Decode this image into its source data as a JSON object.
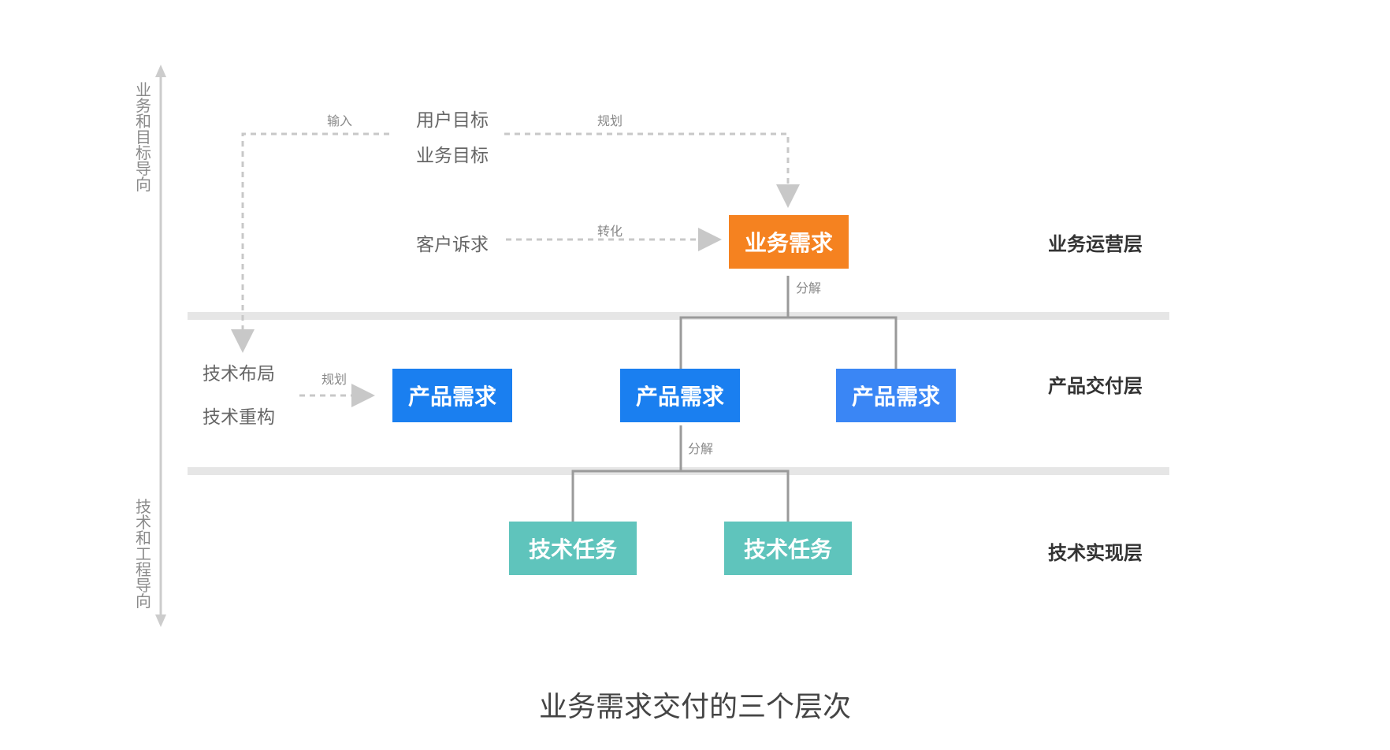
{
  "axis": {
    "top_label": "业务和目标导向",
    "bottom_label": "技术和工程导向"
  },
  "sources": {
    "user_goal": "用户目标",
    "business_goal": "业务目标",
    "customer_appeal": "客户诉求",
    "tech_layout": "技术布局",
    "tech_refactor": "技术重构"
  },
  "edge_labels": {
    "input": "输入",
    "plan_top": "规划",
    "transform": "转化",
    "decompose_1": "分解",
    "plan_left": "规划",
    "decompose_2": "分解"
  },
  "nodes": {
    "business_req": "业务需求",
    "product_req_1": "产品需求",
    "product_req_2": "产品需求",
    "product_req_3": "产品需求",
    "tech_task_1": "技术任务",
    "tech_task_2": "技术任务"
  },
  "layers": {
    "operations": "业务运营层",
    "delivery": "产品交付层",
    "implementation": "技术实现层"
  },
  "caption": "业务需求交付的三个层次",
  "colors": {
    "business": "#f58220",
    "product": "#1a7ff0",
    "product_alt": "#3a86f5",
    "tech": "#5fc4bc",
    "connector": "#9a9a9a",
    "dashed": "#c8c8c8",
    "divider": "#e6e6e6"
  }
}
